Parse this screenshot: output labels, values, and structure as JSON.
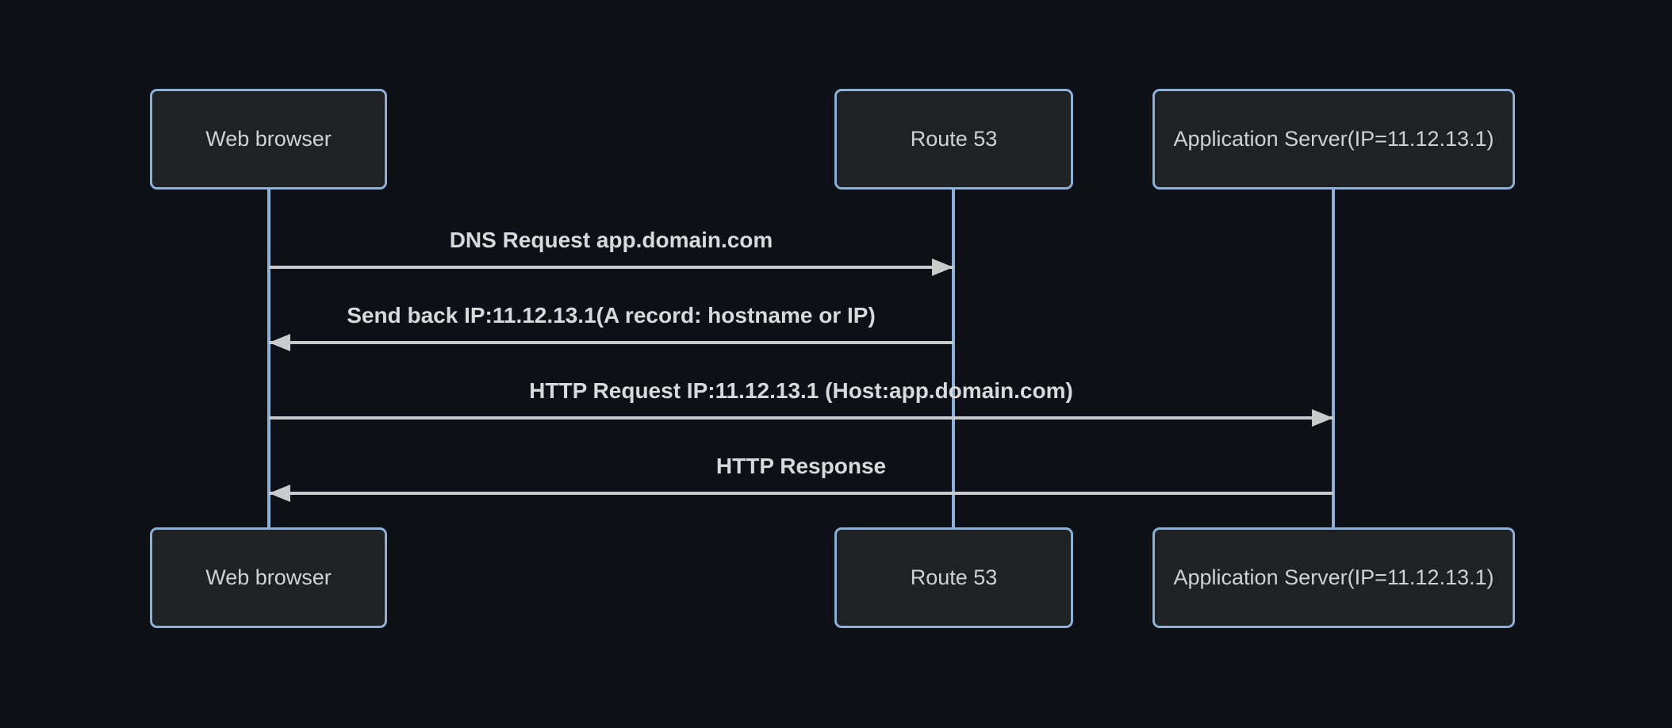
{
  "diagram": {
    "type": "sequence-diagram",
    "theme": {
      "background": "#0d1016",
      "actor_fill": "#1f2122",
      "actor_border": "#8cb0d8",
      "actor_text_color": "#cfd2d4",
      "lifeline_color": "#8cb0d8",
      "signal_color": "#c9cacb",
      "signal_text_color": "#d8d9da"
    },
    "actors": [
      {
        "label": "Web browser"
      },
      {
        "label": "Route 53"
      },
      {
        "label": "Application Server(IP=11.12.13.1)"
      }
    ],
    "messages": [
      {
        "label": "DNS Request app.domain.com",
        "from": "Web browser",
        "to": "Route 53",
        "arrow": "solid-right"
      },
      {
        "label": "Send back IP:11.12.13.1(A record: hostname or IP)",
        "from": "Route 53",
        "to": "Web browser",
        "arrow": "solid-left"
      },
      {
        "label": "HTTP Request IP:11.12.13.1 (Host:app.domain.com)",
        "from": "Web browser",
        "to": "Application Server(IP=11.12.13.1)",
        "arrow": "solid-right"
      },
      {
        "label": "HTTP Response",
        "from": "Application Server(IP=11.12.13.1)",
        "to": "Web browser",
        "arrow": "solid-left"
      }
    ]
  }
}
